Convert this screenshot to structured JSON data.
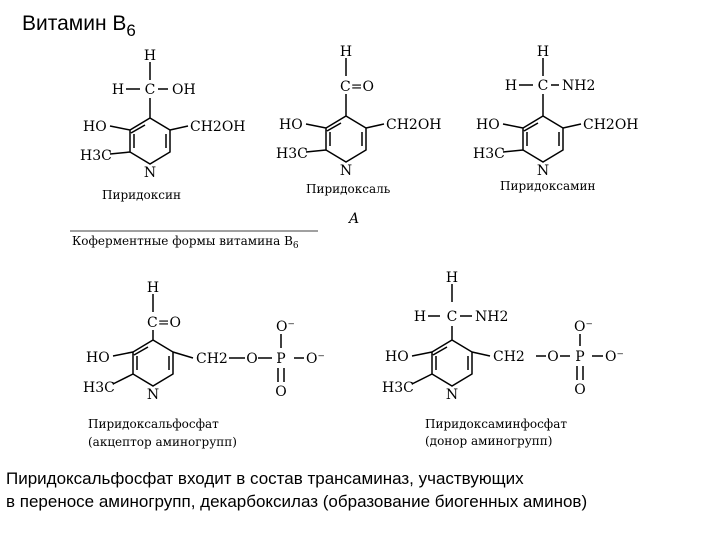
{
  "header": {
    "title_text": "Витамин B",
    "title_subscript": "6"
  },
  "figure": {
    "molecules": [
      {
        "name": "Пиридоксин",
        "atoms": {
          "top_h": "H",
          "left_h": "H",
          "center_c": "C",
          "group": "OH",
          "ch2oh": "CH2OH",
          "ho": "HO",
          "h3c": "H3C",
          "n": "N"
        }
      },
      {
        "name": "Пиридоксаль",
        "atoms": {
          "top_h": "H",
          "carbonyl": "C=O",
          "ch2oh": "CH2OH",
          "ho": "HO",
          "h3c": "H3C",
          "n": "N"
        }
      },
      {
        "name": "Пиридоксамин",
        "atoms": {
          "top_h": "H",
          "left_h": "H",
          "center_c": "C",
          "group": "NH2",
          "ch2oh": "CH2OH",
          "ho": "HO",
          "h3c": "H3C",
          "n": "N"
        }
      },
      {
        "name": "Пиридоксальфосфат",
        "subname": "(акцептор аминогрупп)",
        "atoms": {
          "top_h": "H",
          "carbonyl": "C=O",
          "ho": "HO",
          "h3c": "H3C",
          "n": "N",
          "ch2": "CH2",
          "o_link": "O",
          "p": "P",
          "o_top": "O⁻",
          "o_right": "O⁻",
          "o_bottom": "O"
        }
      },
      {
        "name": "Пиридоксаминфосфат",
        "subname": "(донор аминогрупп)",
        "atoms": {
          "top_h": "H",
          "left_h": "H",
          "center_c": "C",
          "group": "NH2",
          "ho": "HO",
          "h3c": "H3C",
          "n": "N",
          "ch2": "CH2",
          "o_link": "O",
          "p": "P",
          "o_top": "O⁻",
          "o_right": "O⁻",
          "o_bottom": "O"
        }
      }
    ],
    "panel_letter": "A",
    "coenzyme_caption": "Коферментные формы витамина B",
    "coenzyme_subscript": "6"
  },
  "caption": {
    "line1": "Пиридоксальфосфат входит в состав трансаминаз, участвующих",
    "line2": "в переносе аминогрупп, декарбоксилаз (образование  биогенных аминов)"
  }
}
